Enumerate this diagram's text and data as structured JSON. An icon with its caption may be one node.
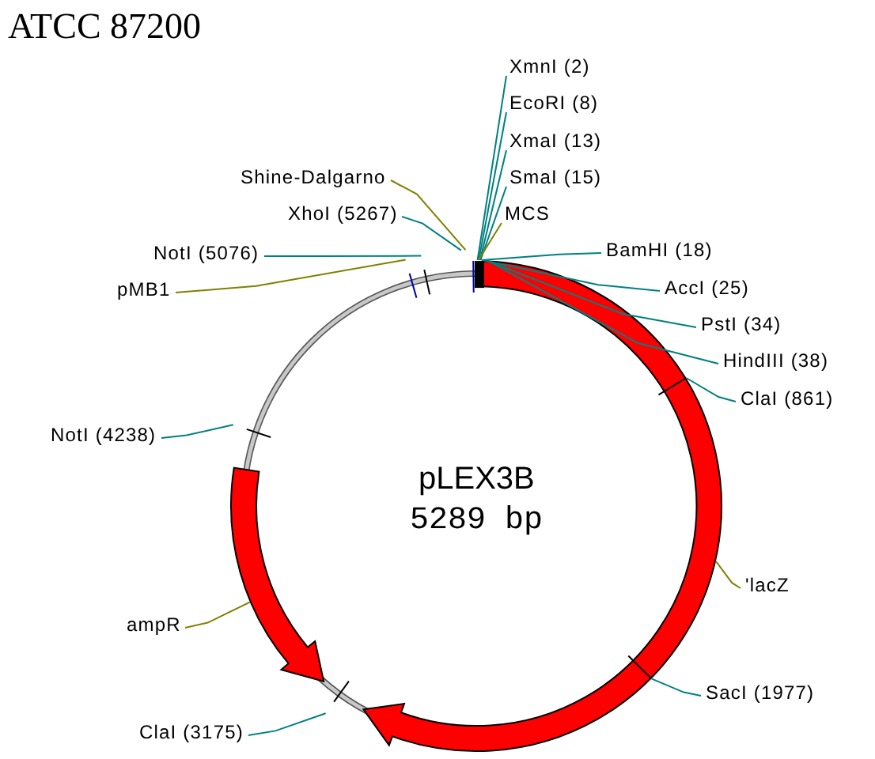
{
  "diagram": {
    "title": "ATCC 87200",
    "nodes": [
      {
        "text": [
          "XmnI (2)"
        ]
      },
      {
        "text": [
          "EcoRI (8)"
        ]
      },
      {
        "text": [
          "XmaI (13)"
        ]
      },
      {
        "text": [
          "SmaI (15)"
        ]
      },
      {
        "text": [
          "Shine-Dalgarno"
        ]
      },
      {
        "text": [
          "MCS"
        ]
      },
      {
        "text": [
          "XhoI (5267)"
        ]
      },
      {
        "text": [
          "BamHI (18)"
        ]
      },
      {
        "text": [
          "NotI (5076)"
        ]
      },
      {
        "text": [
          "pMB1"
        ]
      },
      {
        "text": [
          "AccI (25)"
        ]
      },
      {
        "text": [
          "PstI (34)"
        ]
      },
      {
        "text": [
          "HindIII (38)"
        ]
      },
      {
        "text": [
          "ClaI (861)"
        ]
      },
      {
        "text": [
          "NotI (4238)"
        ]
      },
      {
        "text": [
          "'lacZ"
        ]
      },
      {
        "text": [
          "ampR"
        ]
      },
      {
        "text": [
          "SacI (1977)"
        ]
      },
      {
        "text": [
          "ClaI (3175)"
        ]
      },
      {
        "text": [],
        "shape": "arrow"
      },
      {
        "text": [],
        "shape": "arrow"
      }
    ],
    "edges": [
      {
        "from": 0,
        "to": 19,
        "arrow": "none"
      },
      {
        "from": 1,
        "to": 19,
        "arrow": "none"
      },
      {
        "from": 2,
        "to": 19,
        "arrow": "none"
      },
      {
        "from": 3,
        "to": 19,
        "arrow": "none"
      },
      {
        "from": 4,
        "to": null,
        "arrow": "none",
        "color": "#808000"
      },
      {
        "from": 5,
        "to": 19,
        "arrow": "none",
        "color": "#808000"
      },
      {
        "from": 6,
        "to": null,
        "arrow": "none"
      },
      {
        "from": 7,
        "to": 19,
        "arrow": "none"
      },
      {
        "from": 8,
        "to": null,
        "arrow": "none"
      },
      {
        "from": 9,
        "to": null,
        "arrow": "none",
        "color": "#808000"
      },
      {
        "from": 10,
        "to": 19,
        "arrow": "none"
      },
      {
        "from": 11,
        "to": 19,
        "arrow": "none"
      },
      {
        "from": 12,
        "to": 19,
        "arrow": "none"
      },
      {
        "from": 13,
        "to": 19,
        "arrow": "none"
      },
      {
        "from": 14,
        "to": null,
        "arrow": "none"
      },
      {
        "from": 15,
        "to": 19,
        "arrow": "none",
        "color": "#808000"
      },
      {
        "from": 16,
        "to": 20,
        "arrow": "none",
        "color": "#808000"
      },
      {
        "from": 17,
        "to": 19,
        "arrow": "none"
      },
      {
        "from": 18,
        "to": null,
        "arrow": "none"
      }
    ],
    "labels": [
      "pLEX3B",
      "5289 bp"
    ]
  }
}
